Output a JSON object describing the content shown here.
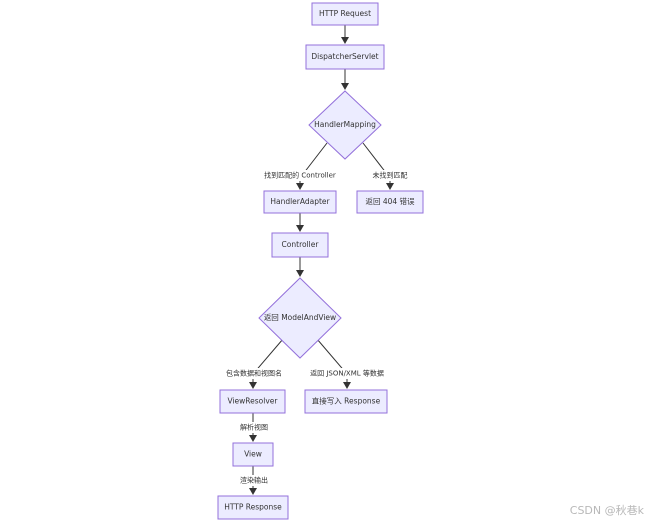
{
  "nodes": {
    "http_request": "HTTP Request",
    "dispatcher_servlet": "DispatcherServlet",
    "handler_mapping": "HandlerMapping",
    "handler_adapter": "HandlerAdapter",
    "return_404": "返回 404 错误",
    "controller": "Controller",
    "return_model_and_view": "返回 ModelAndView",
    "view_resolver": "ViewResolver",
    "write_response": "直接写入 Response",
    "view": "View",
    "http_response": "HTTP Response"
  },
  "edges": {
    "found_controller": "找到匹配的 Controller",
    "not_found": "未找到匹配",
    "contains_data_view": "包含数据和视图名",
    "returns_json_xml": "返回 JSON/XML 等数据",
    "parse_view": "解析视图",
    "render_output": "渲染输出"
  },
  "watermark": "CSDN @秋巷k",
  "colors": {
    "node_fill": "#ECECFF",
    "node_stroke": "#9370DB",
    "edge": "#333333"
  }
}
